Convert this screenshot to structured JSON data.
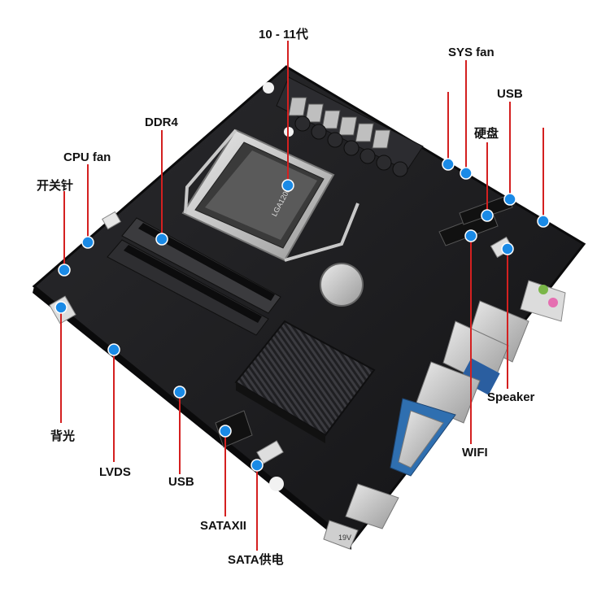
{
  "labels": {
    "cpu_gen": "10 - 11代",
    "sys_fan": "SYS fan",
    "usb_top": "USB",
    "hdd": "硬盘",
    "ddr4": "DDR4",
    "cpu_fan": "CPU fan",
    "power_switch": "开关针",
    "backlight": "背光",
    "lvds": "LVDS",
    "usb_bottom": "USB",
    "sataxii": "SATAXII",
    "sata_power": "SATA供电",
    "speaker": "Speaker",
    "wifi": "WIFI"
  },
  "board_markings": {
    "socket_logo": "LGA1200",
    "dc_in": "19V"
  },
  "colors": {
    "pcb": "#1c1c1e",
    "leader_line": "#d42020",
    "marker_dot": "#1a8ae6",
    "label_text": "#111111"
  }
}
